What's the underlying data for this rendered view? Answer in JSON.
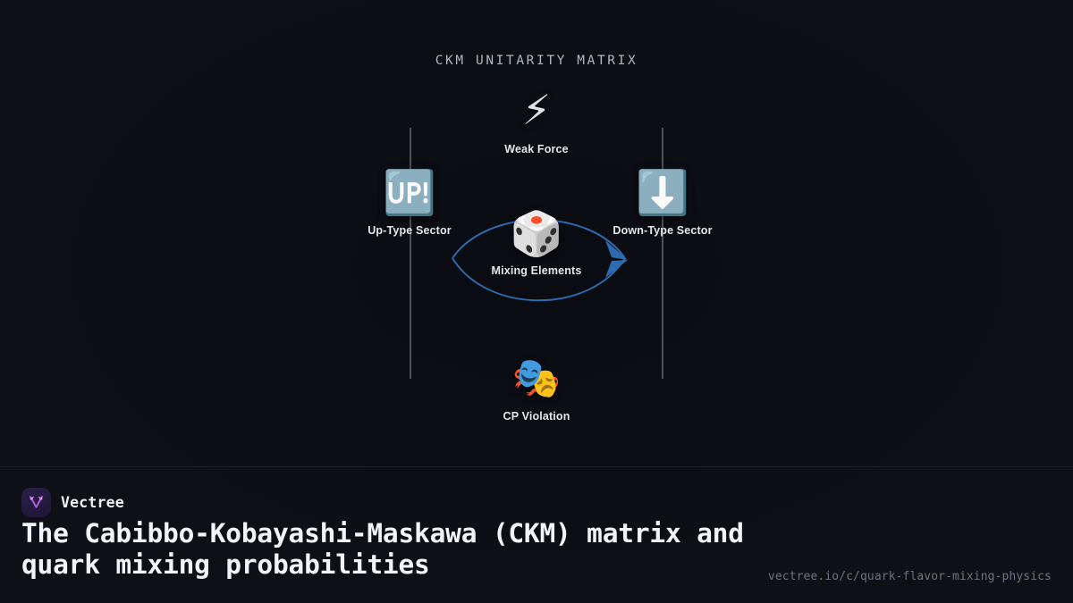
{
  "canvas": {
    "background_color": "#0e1016",
    "accent_color": "#2f6bb0",
    "axis_color": "#4c5160"
  },
  "diagram": {
    "title": "CKM UNITARITY MATRIX",
    "nodes": [
      {
        "id": "weak-force",
        "label": "Weak Force",
        "icon": "high-voltage-icon",
        "glyph": "⚡"
      },
      {
        "id": "up-type",
        "label": "Up-Type Sector",
        "icon": "up-button-icon",
        "glyph": "🆙"
      },
      {
        "id": "down-type",
        "label": "Down-Type Sector",
        "icon": "down-arrow-icon",
        "glyph": "⬇️"
      },
      {
        "id": "mixing",
        "label": "Mixing Elements",
        "icon": "game-die-icon",
        "glyph": "🎲"
      },
      {
        "id": "cp-violation",
        "label": "CP Violation",
        "icon": "performing-arts-icon",
        "glyph": "🎭"
      }
    ],
    "connector": {
      "from": "up-type",
      "to": "down-type",
      "style": "double-curved-arrow",
      "color": "#2f6bb0"
    }
  },
  "footer": {
    "brand_name": "Vectree",
    "logo_icon": "vectree-branch-logo-icon",
    "headline": "The Cabibbo-Kobayashi-Maskawa (CKM) matrix and quark mixing probabilities",
    "url": "vectree.io/c/quark-flavor-mixing-physics"
  }
}
